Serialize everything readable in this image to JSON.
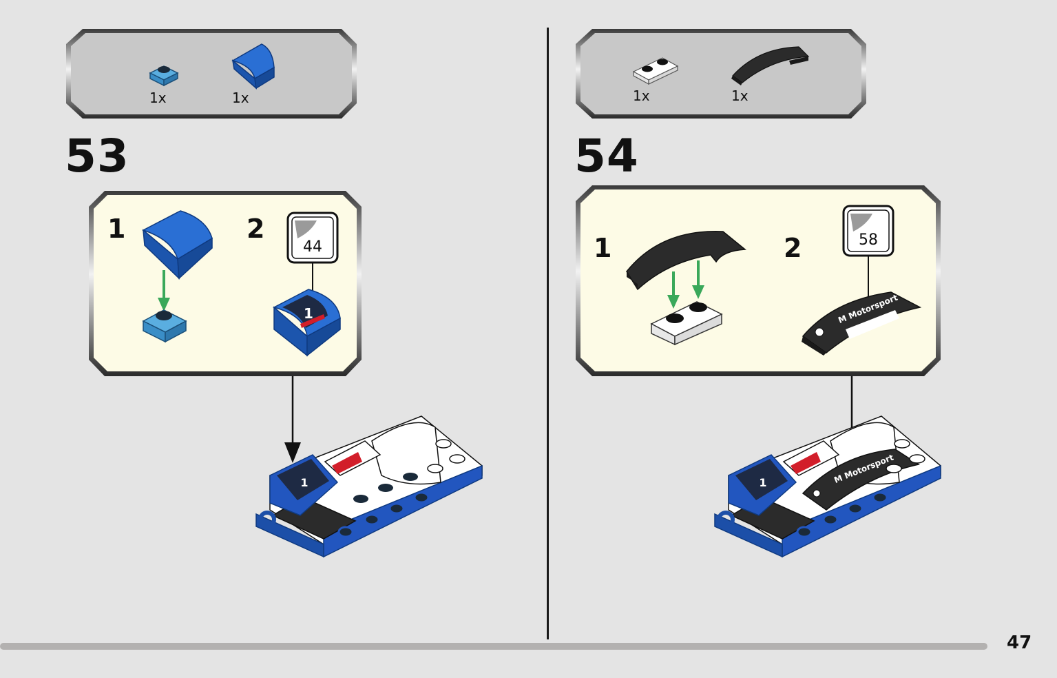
{
  "page": {
    "number": "47"
  },
  "steps": [
    {
      "number": "53",
      "parts": [
        {
          "quantity": "1x"
        },
        {
          "quantity": "1x"
        }
      ],
      "substeps": [
        {
          "label": "1"
        },
        {
          "label": "2",
          "sticker": "44"
        }
      ]
    },
    {
      "number": "54",
      "parts": [
        {
          "quantity": "1x"
        },
        {
          "quantity": "1x"
        }
      ],
      "substeps": [
        {
          "label": "1"
        },
        {
          "label": "2",
          "sticker": "58"
        }
      ]
    }
  ],
  "stickers": {
    "tile_number": "1",
    "motorsport_text": "M Motorsport"
  },
  "colors": {
    "background": "#e4e4e4",
    "parts_box": "#c8c8c8",
    "substep_box": "#fdfbe6",
    "brick_blue": "#1f5fbf",
    "brick_light_blue": "#3a8ec7",
    "brick_black": "#2b2b2b",
    "arrow_green": "#3aa85a"
  }
}
